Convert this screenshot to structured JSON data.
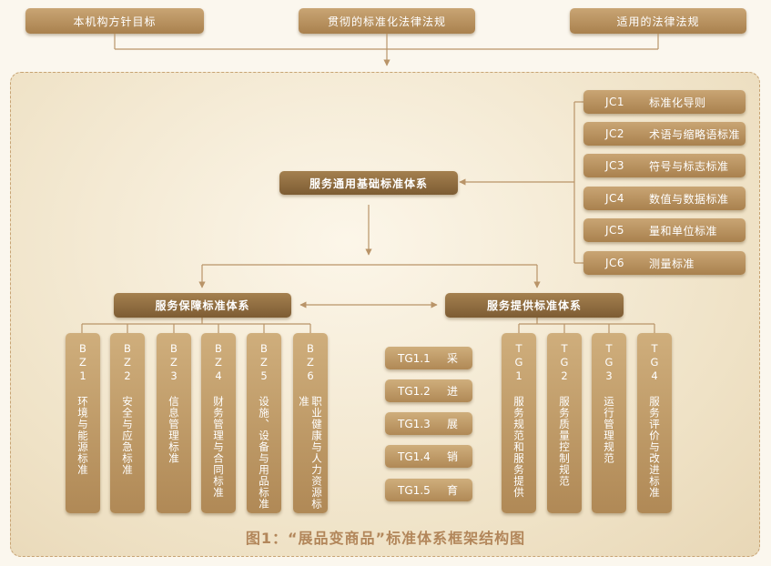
{
  "top": {
    "left": "本机构方针目标",
    "center": "贯彻的标准化法律法规",
    "right": "适用的法律法规"
  },
  "base": {
    "title": "服务通用基础标准体系",
    "items": [
      {
        "code": "JC1",
        "label": "标准化导则"
      },
      {
        "code": "JC2",
        "label": "术语与缩略语标准"
      },
      {
        "code": "JC3",
        "label": "符号与标志标准"
      },
      {
        "code": "JC4",
        "label": "数值与数据标准"
      },
      {
        "code": "JC5",
        "label": "量和单位标准"
      },
      {
        "code": "JC6",
        "label": "测量标准"
      }
    ]
  },
  "guarantee": {
    "title": "服务保障标准体系",
    "items": [
      {
        "code": "BZ1",
        "label": "环境与能源标准"
      },
      {
        "code": "BZ2",
        "label": "安全与应急标准"
      },
      {
        "code": "BZ3",
        "label": "信息管理标准"
      },
      {
        "code": "BZ4",
        "label": "财务管理与合同标准"
      },
      {
        "code": "BZ5",
        "label": "设施、设备与用品标准"
      },
      {
        "code": "BZ6",
        "label": "职业健康与人力资源标准"
      }
    ]
  },
  "provision": {
    "title": "服务提供标准体系",
    "flow": [
      {
        "code": "TG1.1",
        "label": "采"
      },
      {
        "code": "TG1.2",
        "label": "进"
      },
      {
        "code": "TG1.3",
        "label": "展"
      },
      {
        "code": "TG1.4",
        "label": "销"
      },
      {
        "code": "TG1.5",
        "label": "育"
      }
    ],
    "items": [
      {
        "code": "TG1",
        "label": "服务规范和服务提供"
      },
      {
        "code": "TG2",
        "label": "服务质量控制规范"
      },
      {
        "code": "TG3",
        "label": "运行管理规范"
      },
      {
        "code": "TG4",
        "label": "服务评价与改进标准"
      }
    ]
  },
  "caption": "图1：“展品变商品”标准体系框架结构图",
  "colors": {
    "box_light": "#c9a574",
    "box_dark": "#8e6a3e",
    "line": "#b99468",
    "caption": "#b2865a"
  }
}
